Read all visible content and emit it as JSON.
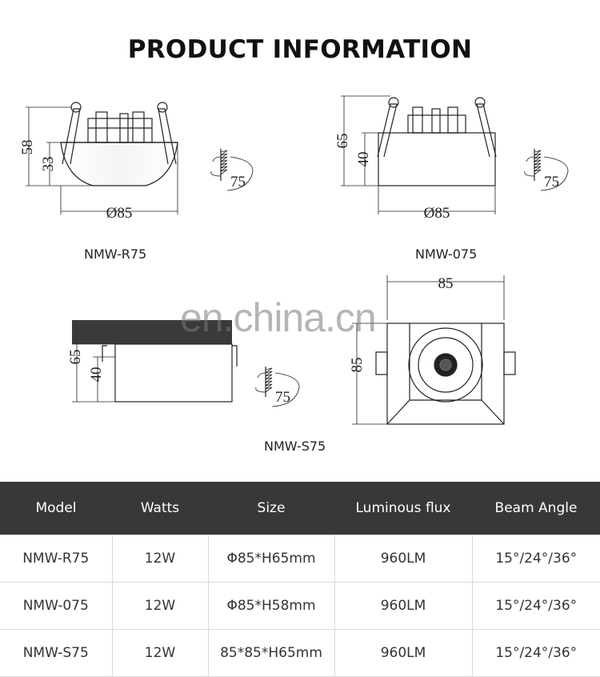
{
  "page": {
    "title": "PRODUCT INFORMATION",
    "watermark": "en.china.cn"
  },
  "drawings": {
    "r75": {
      "model": "NMW-R75",
      "height_total": "58",
      "height_body": "33",
      "diameter": "Ø85",
      "tilt": "75"
    },
    "o75": {
      "model": "NMW-075",
      "height_total": "65",
      "height_body": "40",
      "diameter": "Ø85",
      "tilt": "75"
    },
    "s75": {
      "model": "NMW-S75",
      "height_total": "65",
      "height_body": "40",
      "tilt": "75",
      "top_width": "85",
      "top_height": "85"
    }
  },
  "spec_table": {
    "headers": [
      "Model",
      "Watts",
      "Size",
      "Luminous flux",
      "Beam Angle"
    ],
    "rows": [
      [
        "NMW-R75",
        "12W",
        "Φ85*H65mm",
        "960LM",
        "15°/24°/36°"
      ],
      [
        "NMW-075",
        "12W",
        "Φ85*H58mm",
        "960LM",
        "15°/24°/36°"
      ],
      [
        "NMW-S75",
        "12W",
        "85*85*H65mm",
        "960LM",
        "15°/24°/36°"
      ]
    ]
  }
}
